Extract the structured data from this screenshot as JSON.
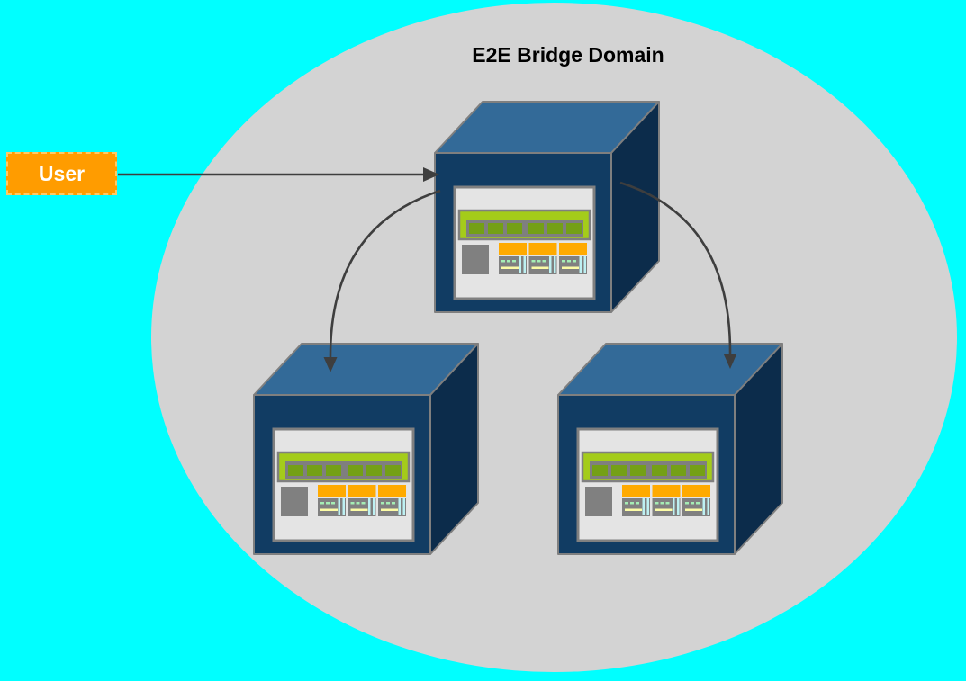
{
  "title": {
    "text": "E2E Bridge Domain"
  },
  "user_box": {
    "label": "User"
  },
  "diagram": {
    "type": "topology",
    "description": "Three bridge server nodes inside an E2E Bridge Domain ellipse; a User box points to the top node, which fans out to the two lower nodes.",
    "nodes": [
      {
        "id": "user",
        "label": "User",
        "kind": "external-actor"
      },
      {
        "id": "bridge-node-top",
        "label": "",
        "kind": "server-cube"
      },
      {
        "id": "bridge-node-bottom-left",
        "label": "",
        "kind": "server-cube"
      },
      {
        "id": "bridge-node-bottom-right",
        "label": "",
        "kind": "server-cube"
      }
    ],
    "edges": [
      {
        "from": "user",
        "to": "bridge-node-top",
        "style": "straight-arrow"
      },
      {
        "from": "bridge-node-top",
        "to": "bridge-node-bottom-left",
        "style": "curved-arrow"
      },
      {
        "from": "bridge-node-top",
        "to": "bridge-node-bottom-right",
        "style": "curved-arrow"
      }
    ]
  },
  "colors": {
    "background": "#00FFFF",
    "domain_ellipse": "#D3D3D3",
    "title_text": "#000000",
    "user_box_fill": "#FF9C00",
    "user_box_border": "#FFC966",
    "user_text": "#FFFFFF",
    "arrow": "#3E3E3E",
    "cube_front": "#113C63",
    "cube_top": "#336A98",
    "cube_side": "#0C2C4B",
    "cube_edge": "#7F7F7F",
    "panel_fill": "#E4E4E4",
    "led_bar_fill": "#A4CC1A",
    "led_strip": "#7F7F7F",
    "led_segment": "#74A016",
    "module_body": "#808080",
    "module_header": "#FFAA00",
    "module_dash_line": "#A5EDB5",
    "module_yellow_line": "#FBFBA6",
    "module_cyan_bar": "#BDF0F2"
  }
}
